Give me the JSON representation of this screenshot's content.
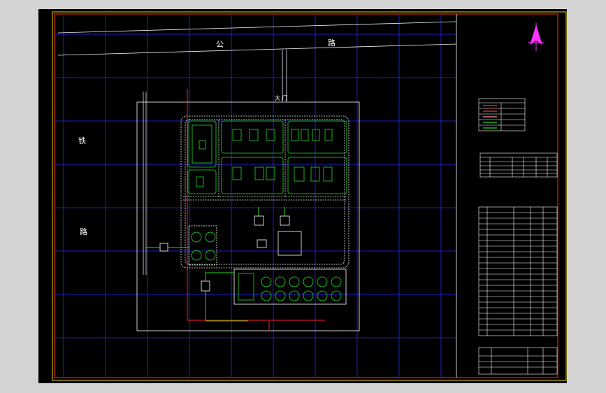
{
  "drawing": {
    "road_label_left": "公",
    "road_label_right": "路",
    "railway_label_top": "铁",
    "railway_label_bottom": "路",
    "main_gate_label": "大 门"
  },
  "colors": {
    "background": "#000000",
    "outer_frame": "#e8d200",
    "inner_frame": "#ff2b2b",
    "grid": "#2828ff",
    "site_boundary": "#ffffff",
    "roads": "#f0f0f0",
    "buildings": "#22dd22",
    "pipeline_fire": "#ff2222",
    "north_arrow": "#ff33ff"
  },
  "icons": [
    "north-arrow-icon"
  ]
}
